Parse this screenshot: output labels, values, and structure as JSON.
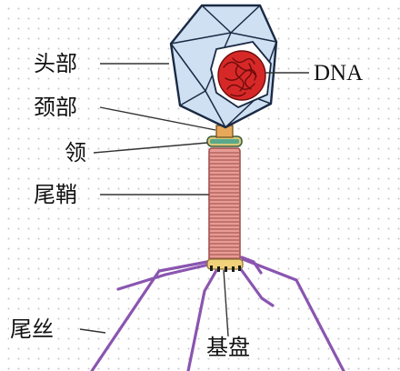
{
  "labels": {
    "head": "头部",
    "neck": "颈部",
    "collar": "领",
    "sheath": "尾鞘",
    "tail_fiber": "尾丝",
    "base_plate": "基盘",
    "dna": "DNA"
  },
  "colors": {
    "head_outline": "#1a2a44",
    "head_fill": "#cfe0f2",
    "dna_fill": "#d72828",
    "dna_strand": "#6e0c0c",
    "collar": "#d9c97a",
    "collar_band": "#5aa88c",
    "sheath": "#e69c94",
    "sheath_lines": "#a04848",
    "base_plate": "#f1d27a",
    "tail_fiber": "#8a55b0",
    "leader_line": "#333333"
  }
}
